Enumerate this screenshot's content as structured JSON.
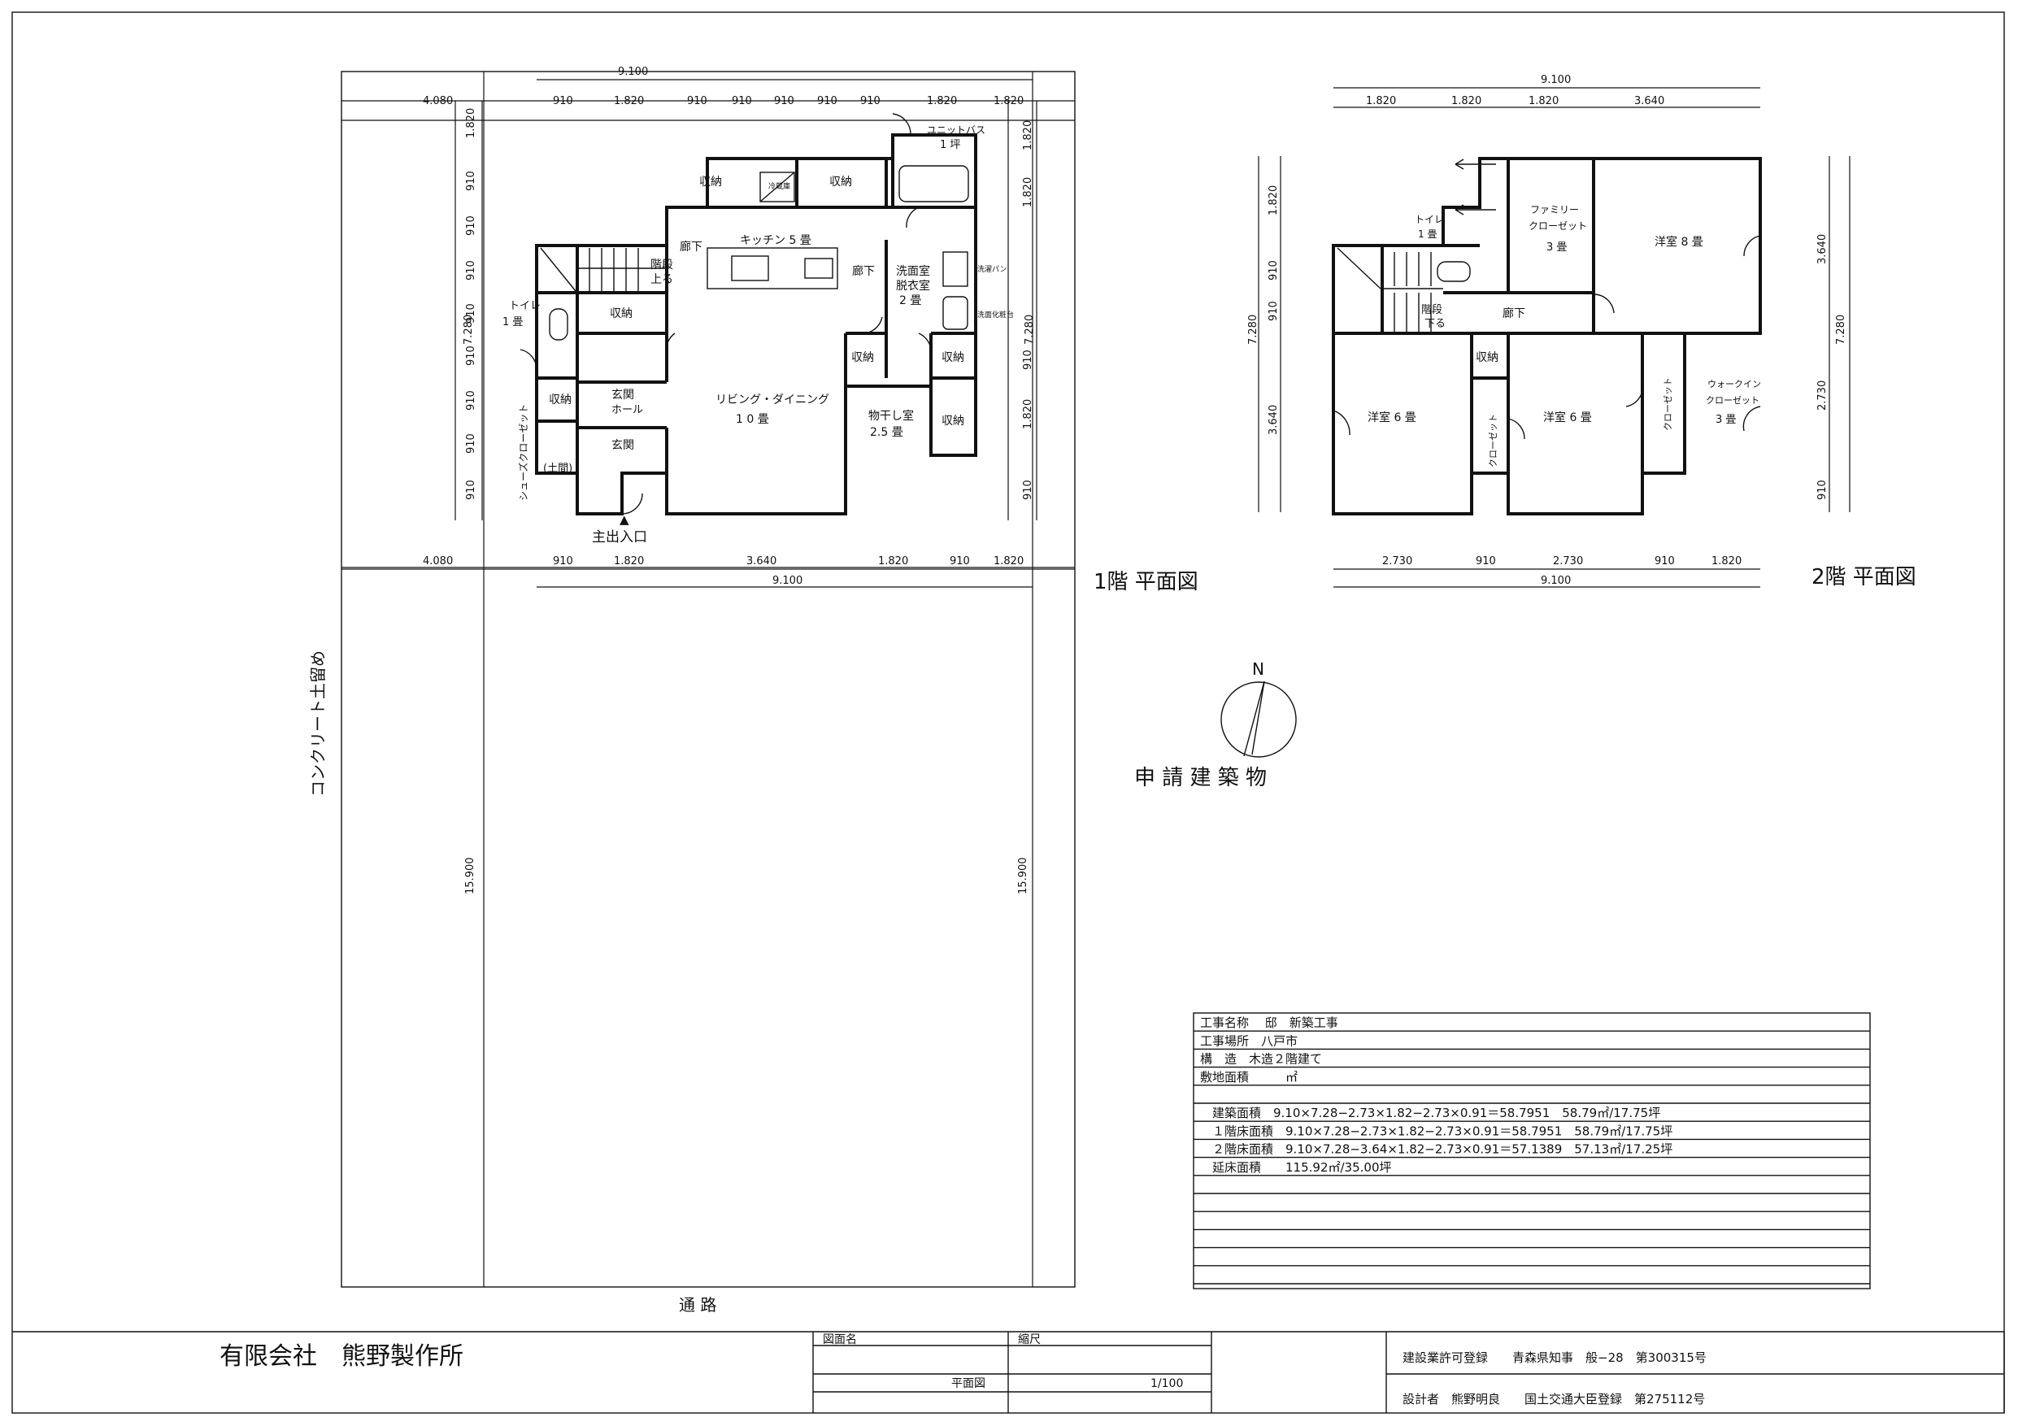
{
  "dims_f1": {
    "top_total": "9.100",
    "top_segments": [
      "4.080",
      "910",
      "1.820",
      "910",
      "910",
      "910",
      "910",
      "910",
      "1.820",
      "1.820"
    ],
    "bottom_segments": [
      "4.080",
      "910",
      "1.820",
      "3.640",
      "1.820",
      "910",
      "1.820"
    ],
    "bottom_total": "9.100",
    "left_segments": [
      "1.820",
      "910",
      "910",
      "910",
      "910",
      "910",
      "910",
      "910",
      "910"
    ],
    "left_total": "7.280",
    "right_segments": [
      "1.820",
      "1.820",
      "910",
      "1.820",
      "910"
    ],
    "right_total": "7.280",
    "site_depth_left": "15.900",
    "site_depth_right": "15.900"
  },
  "dims_f2": {
    "top_total": "9.100",
    "top_segments": [
      "1.820",
      "1.820",
      "1.820",
      "3.640"
    ],
    "bottom_segments": [
      "2.730",
      "910",
      "2.730",
      "910",
      "1.820"
    ],
    "bottom_total": "9.100",
    "left_segments": [
      "1.820",
      "910",
      "910",
      "3.640"
    ],
    "left_total": "7.280",
    "right_segments": [
      "3.640",
      "2.730",
      "910"
    ],
    "right_total": "7.280"
  },
  "rooms_f1": {
    "storage": "収納",
    "fridge": "冷蔵庫",
    "unit_bath": "ユニットバス",
    "unit_bath_size": "1 坪",
    "kitchen": "キッチン 5 畳",
    "corridor": "廊下",
    "stairs_up": "階段",
    "stairs_up2": "上る",
    "toilet": "トイレ",
    "toilet_size": "1 畳",
    "washroom": "洗面室",
    "dressing": "脱衣室",
    "washroom_size": "2 畳",
    "washer": "洗濯パン",
    "vanity": "洗面化粧台",
    "living": "リビング・ダイニング",
    "living_size": "1 0 畳",
    "drying": "物干し室",
    "drying_size": "2.5 畳",
    "entrance_hall": "玄関",
    "entrance_hall2": "ホール",
    "entrance": "玄関",
    "shoe_closet": "シューズクローゼット",
    "doma": "(土間)",
    "main_entrance": "主出入口",
    "main_entrance_arrow": "▲"
  },
  "rooms_f2": {
    "toilet": "トイレ",
    "toilet_size": "1 畳",
    "family_closet": "ファミリー",
    "family_closet2": "クローゼット",
    "family_closet_size": "3 畳",
    "western8": "洋室 8 畳",
    "stairs_down": "階段",
    "stairs_down2": "下る",
    "corridor": "廊下",
    "storage": "収納",
    "western6a": "洋室 6 畳",
    "western6b": "洋室 6 畳",
    "closet": "クローゼット",
    "walkin": "ウォークイン",
    "walkin2": "クローゼット",
    "walkin_size": "3 畳"
  },
  "labels": {
    "f1_title": "1階 平面図",
    "f2_title": "2階 平面図",
    "north": "N",
    "building": "申 請 建 築 物",
    "retaining": "コンクリート土留め",
    "road": "通 路"
  },
  "info_table": {
    "rows": [
      "工事名称　 邸　新築工事",
      "工事場所　八戸市",
      "構　造　木造２階建て",
      "敷地面積　　　㎡",
      "",
      "　建築面積　9.10×7.28−2.73×1.82−2.73×0.91＝58.7951　58.79㎡/17.75坪",
      "　１階床面積　9.10×7.28−2.73×1.82−2.73×0.91＝58.7951　58.79㎡/17.75坪",
      "　２階床面積　9.10×7.28−3.64×1.82−2.73×0.91＝57.1389　57.13㎡/17.25坪",
      "　延床面積　　115.92㎡/35.00坪",
      "",
      "",
      "",
      "",
      "",
      ""
    ]
  },
  "title_block": {
    "company": "有限会社　熊野製作所",
    "drawing_name_label": "図面名",
    "scale_label": "縮尺",
    "drawing_name": "平面図",
    "scale": "1/100",
    "license": "建設業許可登録　　青森県知事　般−28　第300315号",
    "designer": "設計者　熊野明良　　国土交通大臣登録　第275112号"
  }
}
